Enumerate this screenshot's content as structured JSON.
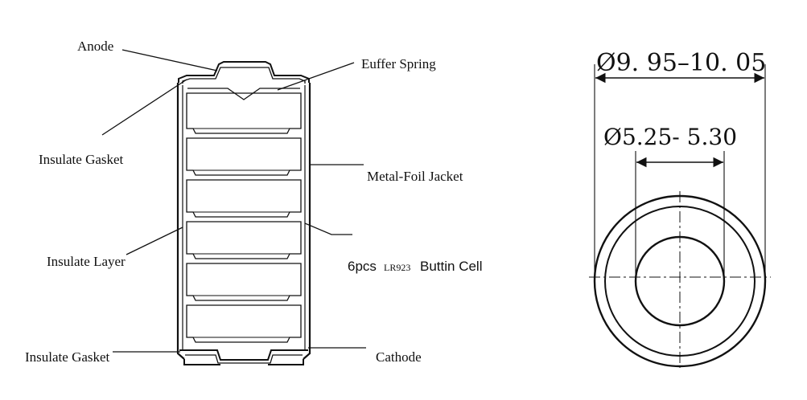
{
  "labels": {
    "anode": "Anode",
    "buffer_spring": "Euffer Spring",
    "insulate_gasket_top": "Insulate Gasket",
    "metal_foil_jacket": "Metal-Foil Jacket",
    "insulate_layer": "Insulate Layer",
    "cell_count": "6pcs",
    "cell_model": "LR923",
    "cell_type": "Buttin Cell",
    "insulate_gasket_bottom": "Insulate Gasket",
    "cathode": "Cathode"
  },
  "dimensions": {
    "outer_diameter": "Ø9. 95–10. 05",
    "inner_diameter": "Ø5.25- 5.30"
  },
  "cell_stack": {
    "count": 6
  }
}
